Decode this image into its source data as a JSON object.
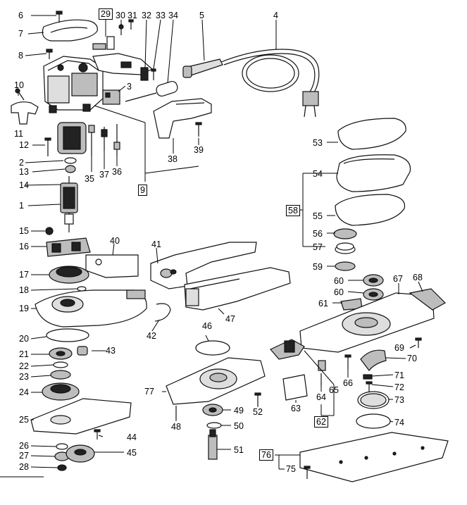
{
  "diagram": {
    "labels": [
      {
        "id": "p6",
        "text": "6",
        "boxed": false
      },
      {
        "id": "p7",
        "text": "7",
        "boxed": false
      },
      {
        "id": "p8",
        "text": "8",
        "boxed": false
      },
      {
        "id": "p10",
        "text": "10",
        "boxed": false
      },
      {
        "id": "p11",
        "text": "11",
        "boxed": false
      },
      {
        "id": "p12",
        "text": "12",
        "boxed": false
      },
      {
        "id": "p2",
        "text": "2",
        "boxed": false
      },
      {
        "id": "p13",
        "text": "13",
        "boxed": false
      },
      {
        "id": "p14",
        "text": "14",
        "boxed": false
      },
      {
        "id": "p1",
        "text": "1",
        "boxed": false
      },
      {
        "id": "p15",
        "text": "15",
        "boxed": false
      },
      {
        "id": "p16",
        "text": "16",
        "boxed": false
      },
      {
        "id": "p17",
        "text": "17",
        "boxed": false
      },
      {
        "id": "p18",
        "text": "18",
        "boxed": false
      },
      {
        "id": "p19",
        "text": "19",
        "boxed": false
      },
      {
        "id": "p20",
        "text": "20",
        "boxed": false
      },
      {
        "id": "p21",
        "text": "21",
        "boxed": false
      },
      {
        "id": "p22",
        "text": "22",
        "boxed": false
      },
      {
        "id": "p23",
        "text": "23",
        "boxed": false
      },
      {
        "id": "p24",
        "text": "24",
        "boxed": false
      },
      {
        "id": "p25",
        "text": "25",
        "boxed": false
      },
      {
        "id": "p26",
        "text": "26",
        "boxed": false
      },
      {
        "id": "p27",
        "text": "27",
        "boxed": false
      },
      {
        "id": "p28",
        "text": "28",
        "boxed": false
      },
      {
        "id": "p29",
        "text": "29",
        "boxed": true
      },
      {
        "id": "p30",
        "text": "30",
        "boxed": false
      },
      {
        "id": "p31",
        "text": "31",
        "boxed": false
      },
      {
        "id": "p32",
        "text": "32",
        "boxed": false
      },
      {
        "id": "p33",
        "text": "33",
        "boxed": false
      },
      {
        "id": "p34",
        "text": "34",
        "boxed": false
      },
      {
        "id": "p5",
        "text": "5",
        "boxed": false
      },
      {
        "id": "p4",
        "text": "4",
        "boxed": false
      },
      {
        "id": "p3",
        "text": "3",
        "boxed": false
      },
      {
        "id": "p35",
        "text": "35",
        "boxed": false
      },
      {
        "id": "p37",
        "text": "37",
        "boxed": false
      },
      {
        "id": "p36",
        "text": "36",
        "boxed": false
      },
      {
        "id": "p38",
        "text": "38",
        "boxed": false
      },
      {
        "id": "p39",
        "text": "39",
        "boxed": false
      },
      {
        "id": "p9",
        "text": "9",
        "boxed": true
      },
      {
        "id": "p40",
        "text": "40",
        "boxed": false
      },
      {
        "id": "p41",
        "text": "41",
        "boxed": false
      },
      {
        "id": "p42",
        "text": "42",
        "boxed": false
      },
      {
        "id": "p43",
        "text": "43",
        "boxed": false
      },
      {
        "id": "p46",
        "text": "46",
        "boxed": false
      },
      {
        "id": "p47",
        "text": "47",
        "boxed": false
      },
      {
        "id": "p44",
        "text": "44",
        "boxed": false
      },
      {
        "id": "p45",
        "text": "45",
        "boxed": false
      },
      {
        "id": "p77",
        "text": "77",
        "boxed": false
      },
      {
        "id": "p48",
        "text": "48",
        "boxed": false
      },
      {
        "id": "p49",
        "text": "49",
        "boxed": false
      },
      {
        "id": "p50",
        "text": "50",
        "boxed": false
      },
      {
        "id": "p51",
        "text": "51",
        "boxed": false
      },
      {
        "id": "p52",
        "text": "52",
        "boxed": false
      },
      {
        "id": "p53",
        "text": "53",
        "boxed": false
      },
      {
        "id": "p54",
        "text": "54",
        "boxed": false
      },
      {
        "id": "p58",
        "text": "58",
        "boxed": true
      },
      {
        "id": "p55",
        "text": "55",
        "boxed": false
      },
      {
        "id": "p56",
        "text": "56",
        "boxed": false
      },
      {
        "id": "p57",
        "text": "57",
        "boxed": false
      },
      {
        "id": "p59",
        "text": "59",
        "boxed": false
      },
      {
        "id": "p60a",
        "text": "60",
        "boxed": false
      },
      {
        "id": "p60b",
        "text": "60",
        "boxed": false
      },
      {
        "id": "p61",
        "text": "61",
        "boxed": false
      },
      {
        "id": "p67",
        "text": "67",
        "boxed": false
      },
      {
        "id": "p68",
        "text": "68",
        "boxed": false
      },
      {
        "id": "p69",
        "text": "69",
        "boxed": false
      },
      {
        "id": "p70",
        "text": "70",
        "boxed": false
      },
      {
        "id": "p71",
        "text": "71",
        "boxed": false
      },
      {
        "id": "p72",
        "text": "72",
        "boxed": false
      },
      {
        "id": "p73",
        "text": "73",
        "boxed": false
      },
      {
        "id": "p74",
        "text": "74",
        "boxed": false
      },
      {
        "id": "p66",
        "text": "66",
        "boxed": false
      },
      {
        "id": "p65",
        "text": "65",
        "boxed": false
      },
      {
        "id": "p64",
        "text": "64",
        "boxed": false
      },
      {
        "id": "p63",
        "text": "63",
        "boxed": false
      },
      {
        "id": "p62",
        "text": "62",
        "boxed": true
      },
      {
        "id": "p76",
        "text": "76",
        "boxed": true
      },
      {
        "id": "p75",
        "text": "75",
        "boxed": false
      }
    ]
  }
}
